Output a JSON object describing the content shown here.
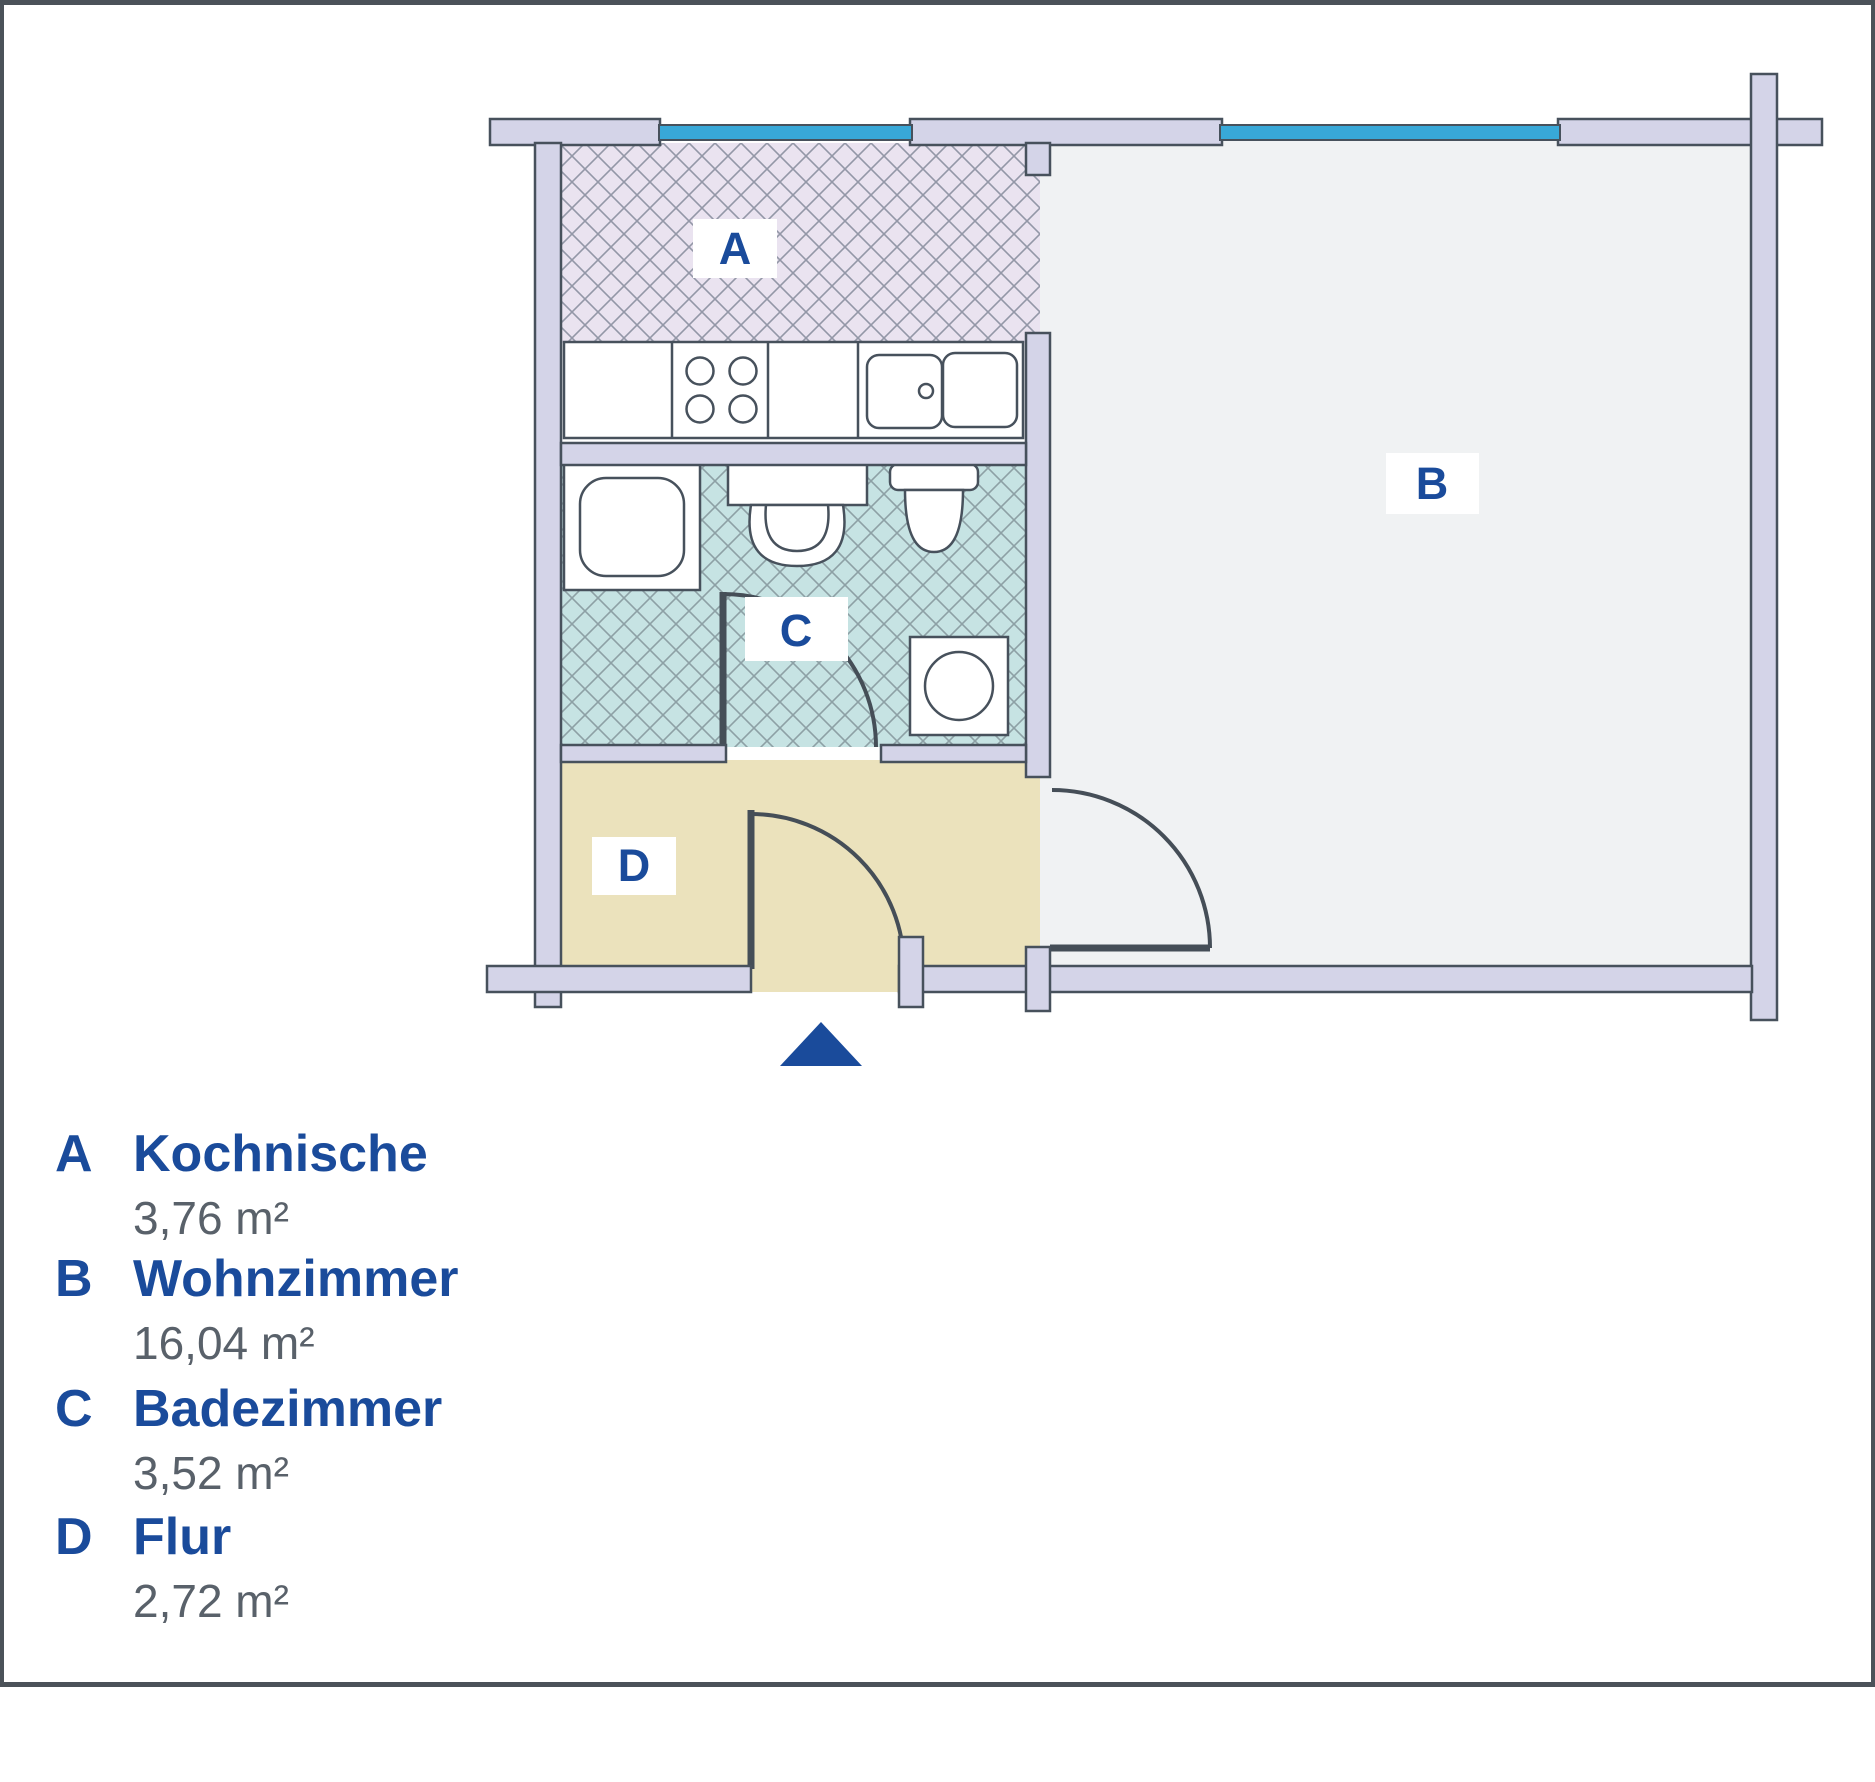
{
  "plan": {
    "labels": {
      "a": "A",
      "b": "B",
      "c": "C",
      "d": "D"
    }
  },
  "legend": {
    "items": [
      {
        "letter": "A",
        "name": "Kochnische",
        "area": "3,76 m²"
      },
      {
        "letter": "B",
        "name": "Wohnzimmer",
        "area": "16,04 m²"
      },
      {
        "letter": "C",
        "name": "Badezimmer",
        "area": "3,52 m²"
      },
      {
        "letter": "D",
        "name": "Flur",
        "area": "2,72 m²"
      }
    ]
  },
  "colors": {
    "frame": "#4b5259",
    "outline": "#47515c",
    "wall": "#d4d4e8",
    "window_blue": "#38a8d8",
    "floor_b": "#f0f2f3",
    "floor_d": "#ebe2bc",
    "hatch_a_bg": "#eae3f0",
    "hatch_a_line": "#9397a7",
    "hatch_c_bg": "#c6e3e3",
    "hatch_c_line": "#8da0a5",
    "door": "#454e57",
    "blue": "#1a4b9b",
    "gray_text": "#59616a"
  }
}
